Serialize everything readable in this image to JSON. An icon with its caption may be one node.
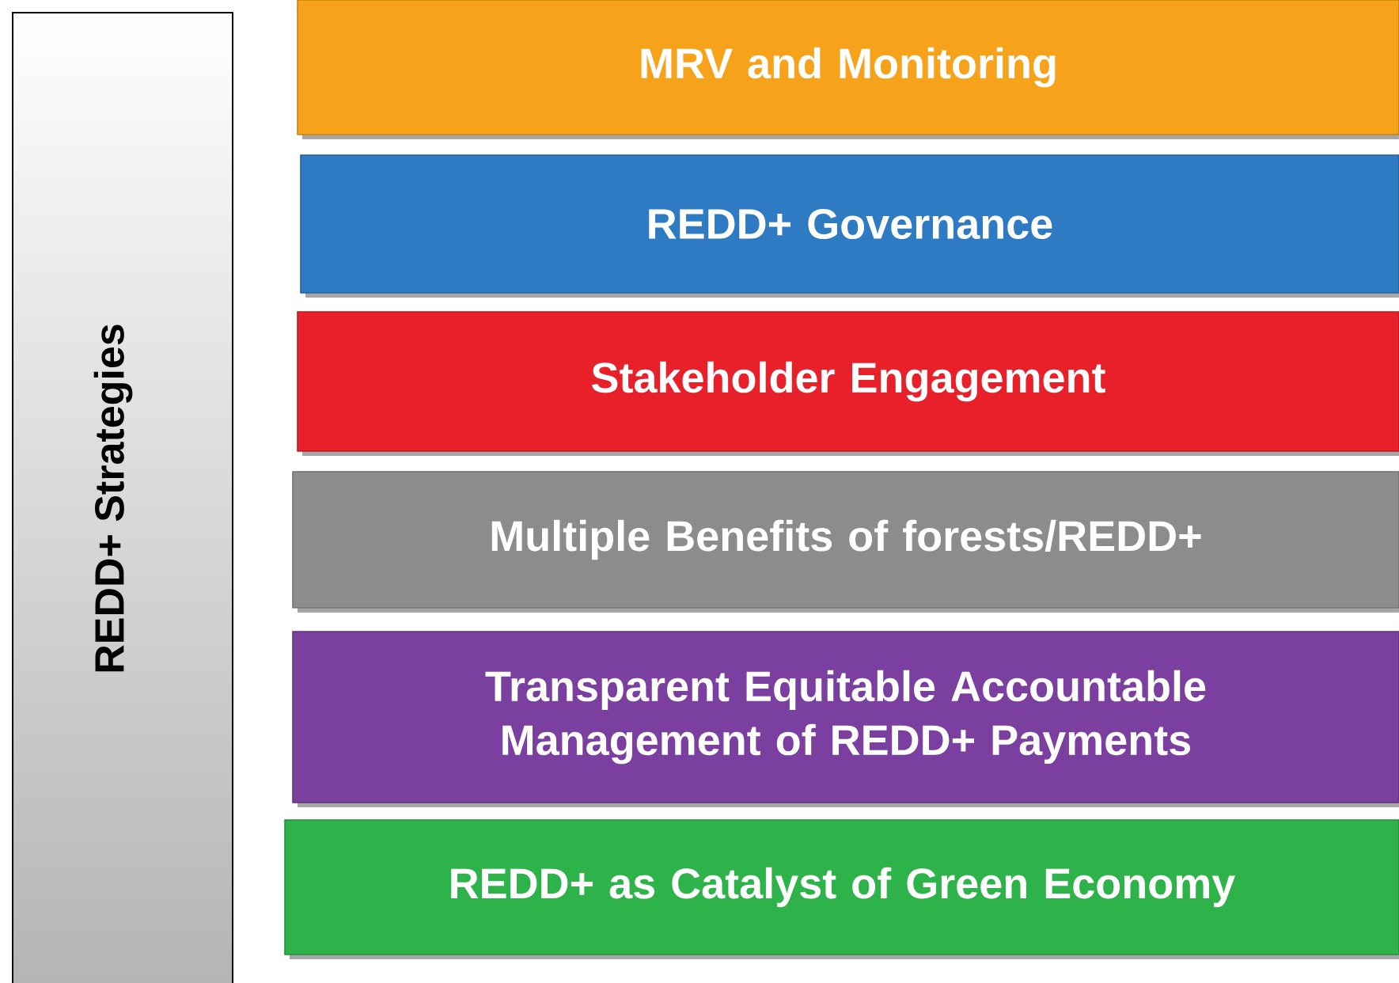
{
  "diagram": {
    "nodes": [
      {
        "text": [
          "REDD+ Strategies"
        ]
      },
      {
        "text": [
          "MRV and Monitoring"
        ]
      },
      {
        "text": [
          "REDD+ Governance"
        ]
      },
      {
        "text": [
          "Stakeholder Engagement"
        ]
      },
      {
        "text": [
          "Multiple Benefits of forests/REDD+"
        ]
      },
      {
        "text": [
          "Transparent Equitable Accountable Management of REDD+ Payments"
        ]
      },
      {
        "text": [
          "REDD+ as Catalyst of Green Economy"
        ]
      }
    ]
  }
}
